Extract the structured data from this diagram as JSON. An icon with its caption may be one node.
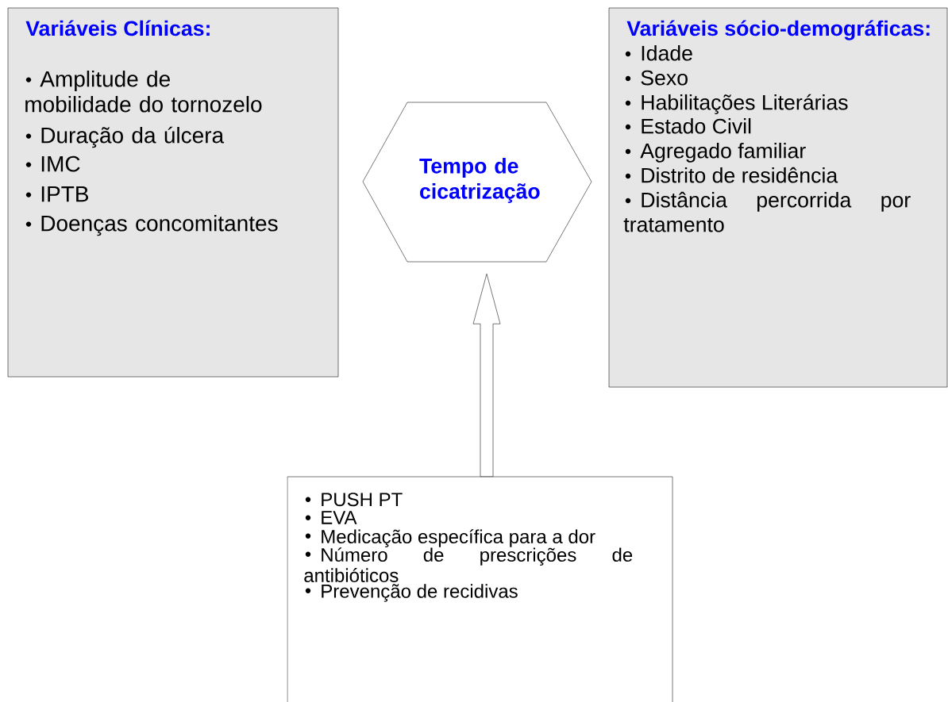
{
  "diagram": {
    "nodes": [
      {
        "text": [
          "Variáveis Clínicas:",
          "Amplitude de mobilidade do tornozelo",
          "Duração da úlcera",
          "IMC",
          "IPTB",
          "Doenças concomitantes"
        ]
      },
      {
        "text": [
          "Tempo de cicatrização"
        ]
      },
      {
        "text": [
          "Variáveis sócio-demográficas:",
          "Idade",
          "Sexo",
          "Habilitações Literárias",
          "Estado Civil",
          "Agregado familiar",
          "Distrito de residência",
          "Distância percorrida por tratamento"
        ]
      },
      {
        "text": [
          "PUSH PT",
          "EVA",
          "Medicação específica para a dor",
          "Número de prescrições de antibióticos",
          "Prevenção de recidivas"
        ]
      }
    ],
    "edges": [
      {
        "from": 3,
        "to": 1,
        "arrow": "to"
      }
    ]
  }
}
